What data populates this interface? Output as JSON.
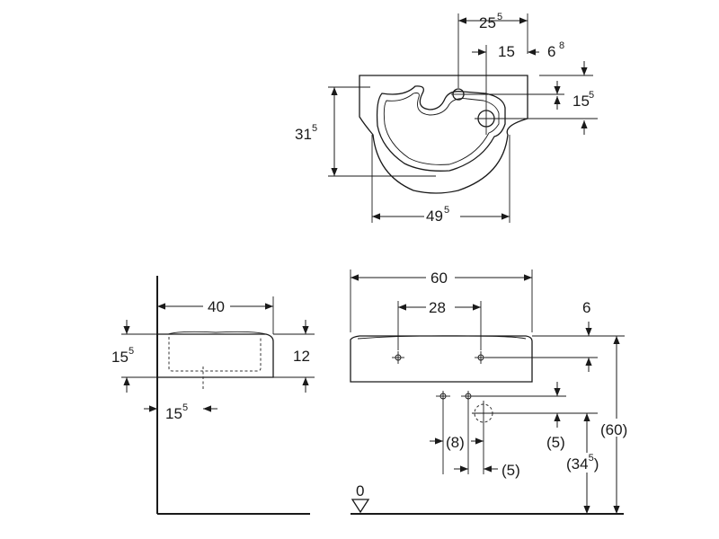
{
  "top_view": {
    "width_outer": "25",
    "width_outer_sup": "5",
    "tap_offset": "15",
    "edge_offset": "6",
    "edge_offset_sup": "8",
    "tap_depth": "15",
    "tap_depth_sup": "5",
    "depth": "31",
    "depth_sup": "5",
    "width": "49",
    "width_sup": "5"
  },
  "side_view": {
    "width": "40",
    "height_outer": "15",
    "height_outer_sup": "5",
    "height_inner": "12",
    "wall_gap": "15",
    "wall_gap_sup": "5"
  },
  "front_view": {
    "width": "60",
    "hole_spacing": "28",
    "hole_height": "6",
    "total_height": "(60)",
    "offset_a": "(8)",
    "offset_b": "(5)",
    "offset_c": "(5)",
    "drain_height": "(34",
    "drain_height_sup": "5",
    "drain_height_close": ")",
    "floor_level": "0"
  }
}
